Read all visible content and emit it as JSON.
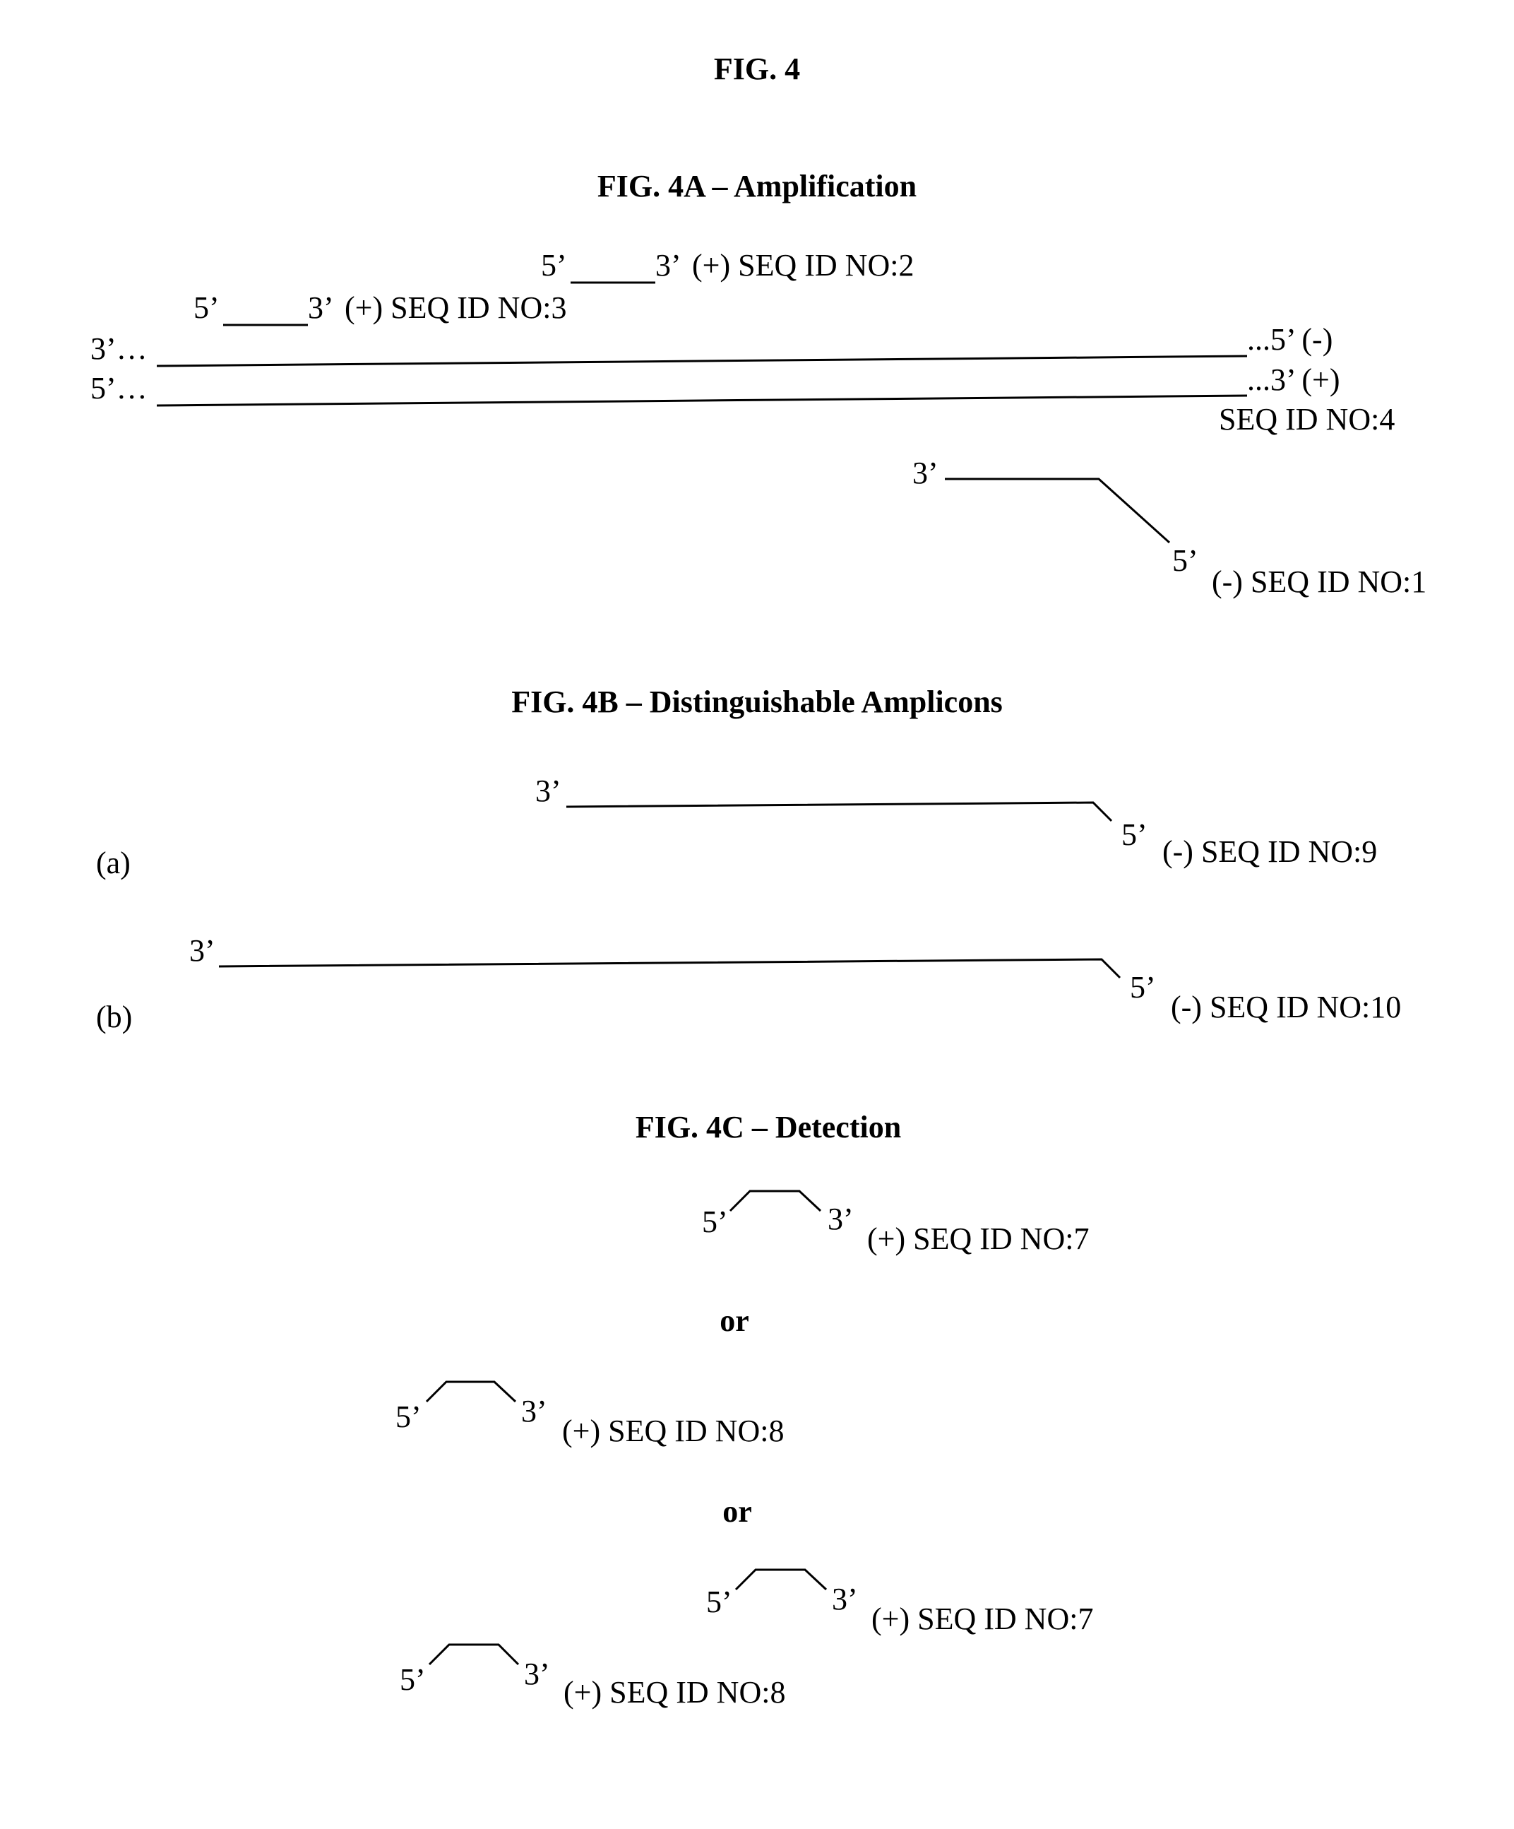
{
  "figure_title": "FIG. 4",
  "panel_a": {
    "title": "FIG. 4A – Amplification",
    "primer_seq2": {
      "five": "5’",
      "three": "3’",
      "label": "(+) SEQ ID NO:2"
    },
    "primer_seq3": {
      "five": "5’",
      "three": "3’",
      "label": "(+) SEQ ID NO:3"
    },
    "template_minus": {
      "left": "3’…",
      "right": "...5’ (-)"
    },
    "template_plus": {
      "left": "5’…",
      "right": "...3’ (+)"
    },
    "template_label": "SEQ ID NO:4",
    "probe_seq1": {
      "three": "3’",
      "five": "5’",
      "label": "(-) SEQ ID NO:1"
    }
  },
  "panel_b": {
    "title": "FIG. 4B – Distinguishable Amplicons",
    "item_a": {
      "marker": "(a)",
      "three": "3’",
      "five": "5’",
      "label": "(-) SEQ ID NO:9"
    },
    "item_b": {
      "marker": "(b)",
      "three": "3’",
      "five": "5’",
      "label": "(-) SEQ ID NO:10"
    }
  },
  "panel_c": {
    "title": "FIG. 4C – Detection",
    "opt1": {
      "five": "5’",
      "three": "3’",
      "label": "(+) SEQ ID NO:7"
    },
    "or1": "or",
    "opt2": {
      "five": "5’",
      "three": "3’",
      "label": "(+) SEQ ID NO:8"
    },
    "or2": "or",
    "opt3a": {
      "five": "5’",
      "three": "3’",
      "label": "(+) SEQ ID NO:7"
    },
    "opt3b": {
      "five": "5’",
      "three": "3’",
      "label": "(+) SEQ ID NO:8"
    }
  }
}
